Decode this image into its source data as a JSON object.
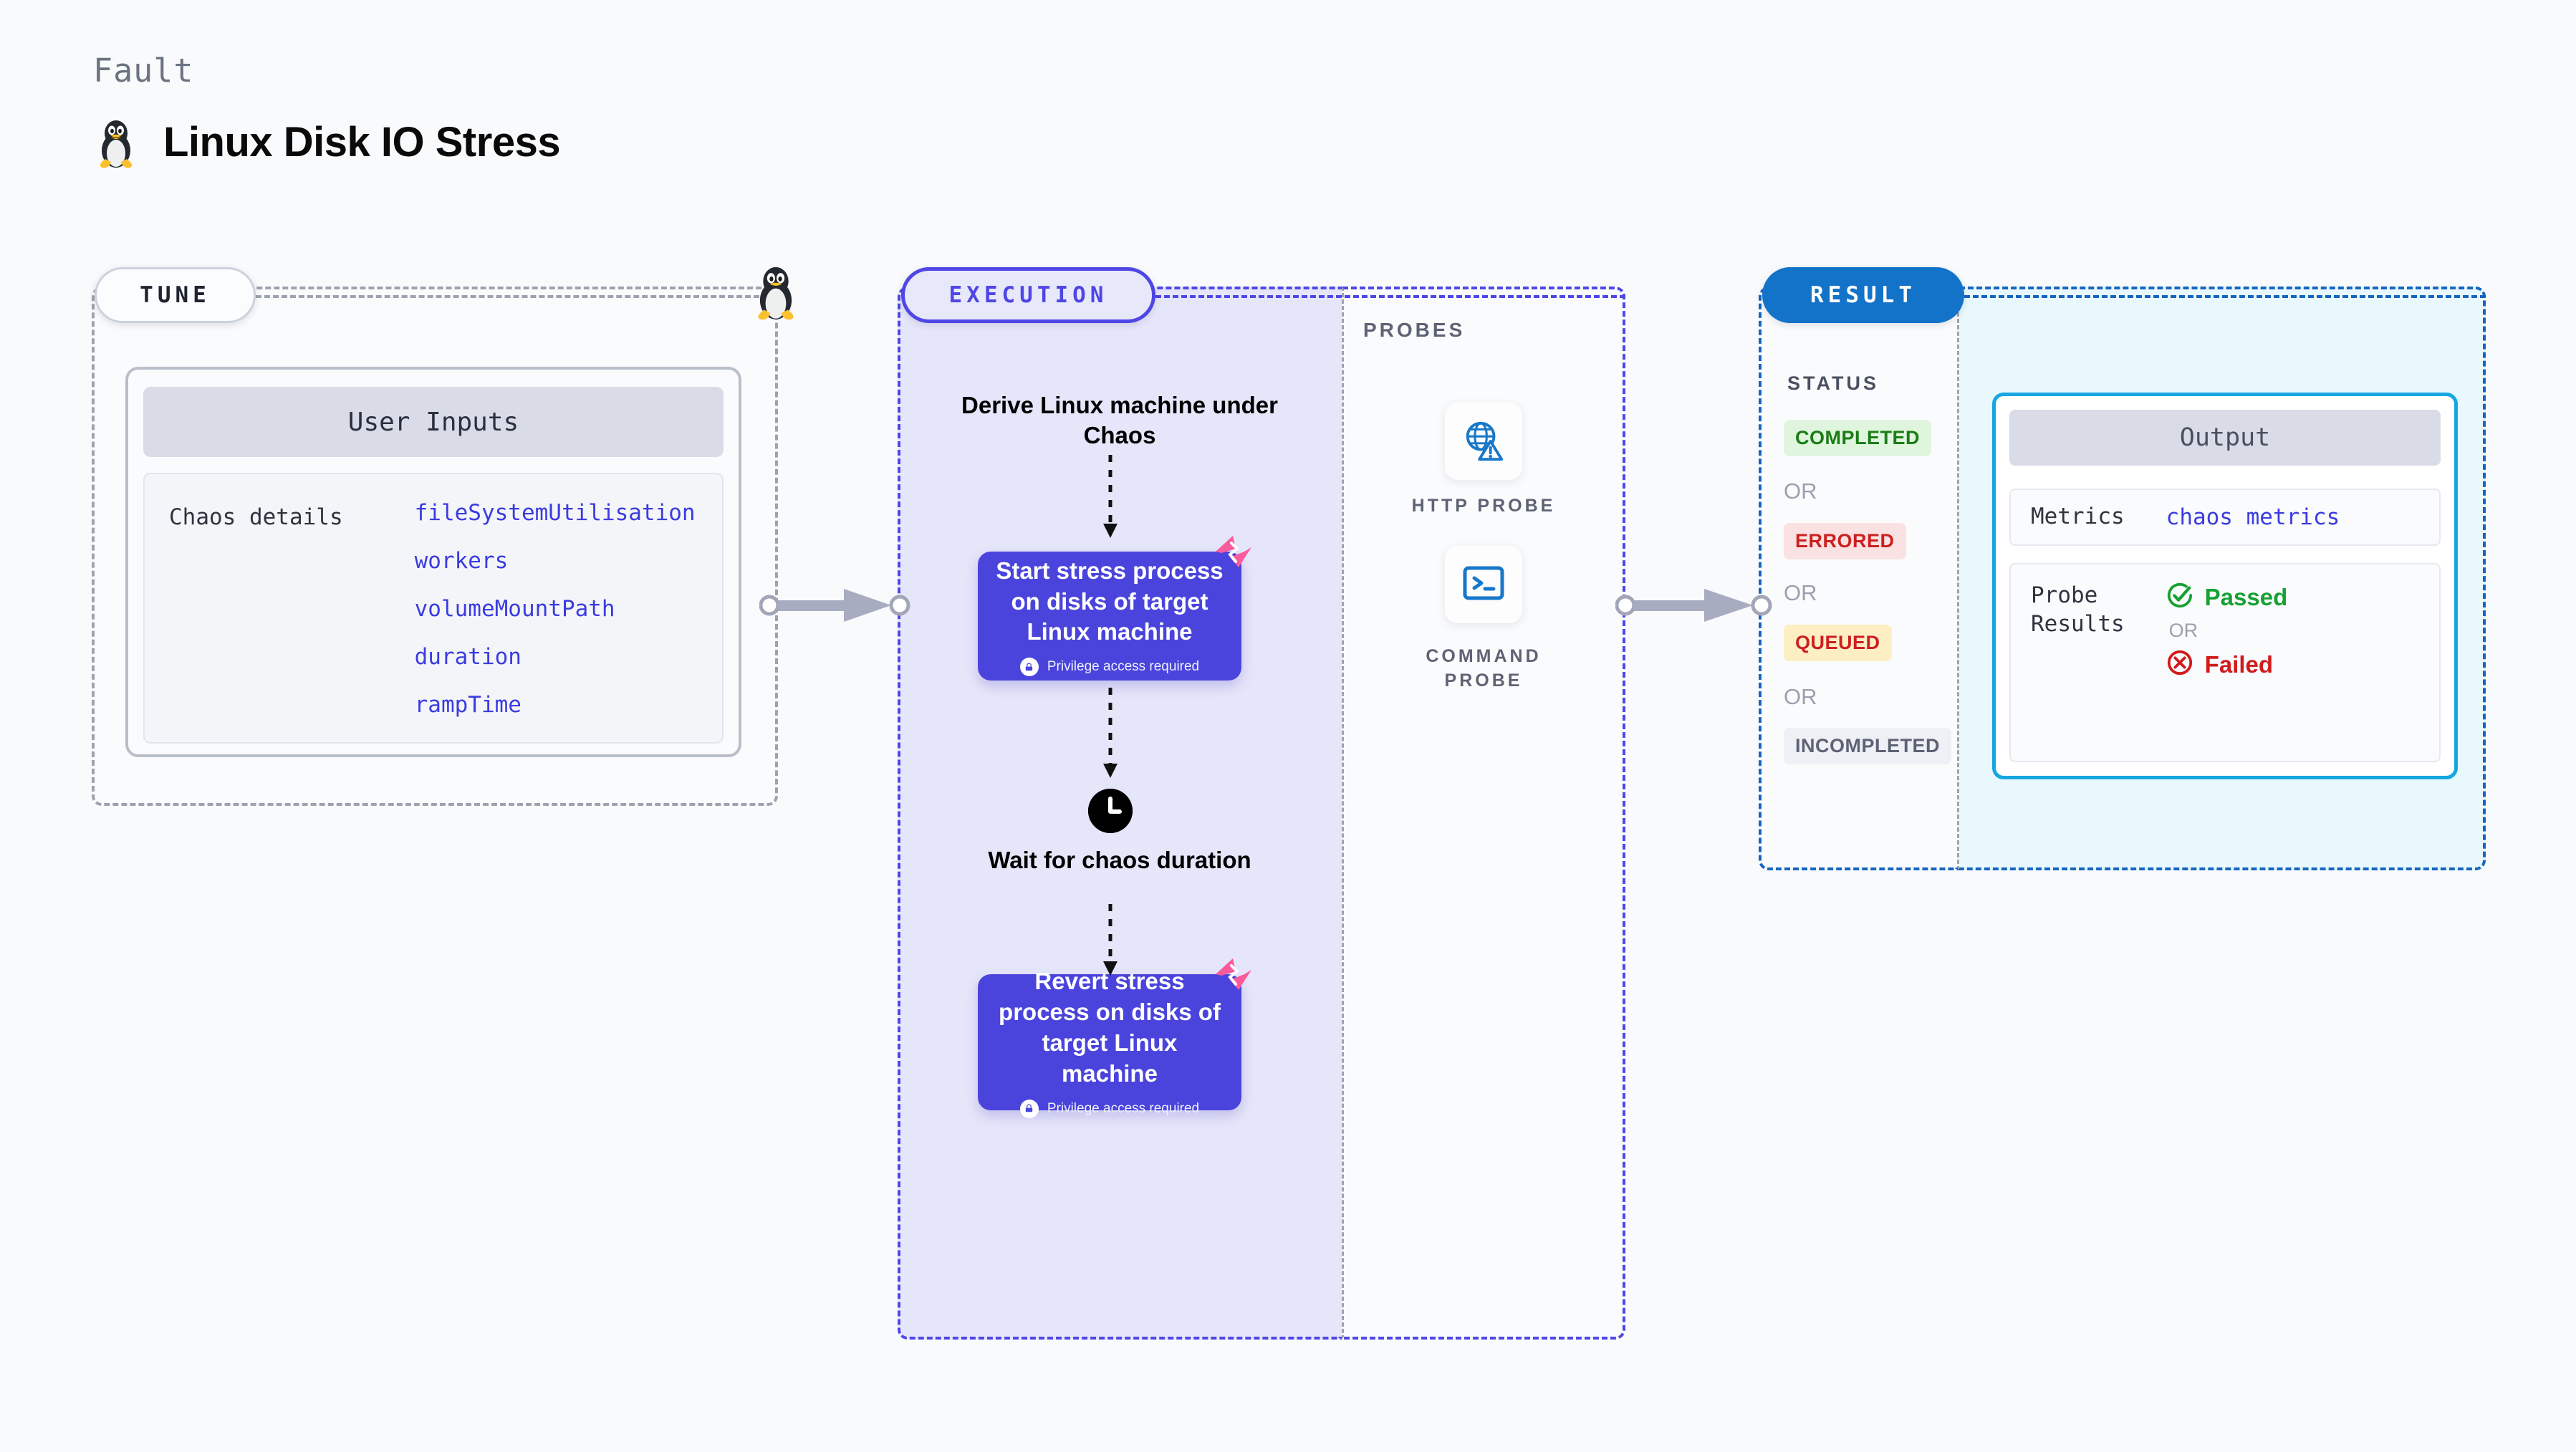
{
  "header": {
    "eyebrow": "Fault",
    "title": "Linux Disk IO Stress",
    "icon": "linux-penguin-icon"
  },
  "tune": {
    "pill_label": "TUNE",
    "card_header": "User Inputs",
    "row_label": "Chaos details",
    "inputs": [
      "fileSystemUtilisation",
      "workers",
      "volumeMountPath",
      "duration",
      "rampTime"
    ]
  },
  "execution": {
    "pill_label": "EXECUTION",
    "steps": [
      {
        "kind": "text",
        "label": "Derive Linux machine under Chaos"
      },
      {
        "kind": "box",
        "label": "Start stress process on disks of target Linux machine",
        "note": "Privilege access required",
        "badge": "chaos-badge-icon"
      },
      {
        "kind": "wait",
        "label": "Wait for chaos duration",
        "icon": "clock-icon"
      },
      {
        "kind": "box",
        "label": "Revert stress process on disks of target Linux machine",
        "note": "Privilege access required",
        "badge": "chaos-badge-icon"
      }
    ]
  },
  "probes": {
    "section_label": "PROBES",
    "items": [
      {
        "icon": "globe-warning-icon",
        "label": "HTTP PROBE"
      },
      {
        "icon": "command-terminal-icon",
        "label": "COMMAND PROBE"
      }
    ]
  },
  "result": {
    "pill_label": "RESULT",
    "status_label": "STATUS",
    "or_label": "OR",
    "statuses": [
      {
        "label": "COMPLETED",
        "bg": "#dff5de",
        "fg": "#1b7d16"
      },
      {
        "label": "ERRORED",
        "bg": "#fbe2e2",
        "fg": "#cc2020"
      },
      {
        "label": "QUEUED",
        "bg": "#fdeec4",
        "fg": "#cc2020"
      },
      {
        "label": "INCOMPLETED",
        "bg": "#eef0f5",
        "fg": "#5d6374"
      }
    ]
  },
  "output": {
    "card_header": "Output",
    "metrics_key": "Metrics",
    "metrics_value": "chaos metrics",
    "probe_results_key": "Probe\nResults",
    "passed_label": "Passed",
    "failed_label": "Failed",
    "or_label": "OR"
  },
  "colors": {
    "page_bg": "#f8fafc",
    "indigo": "#4f46e5",
    "purple_box": "#4a44dd",
    "blue": "#1273c9",
    "cyan": "#16a7e0",
    "pink_badge": "#fa5b9c",
    "gray_dash": "#9ca3af"
  }
}
